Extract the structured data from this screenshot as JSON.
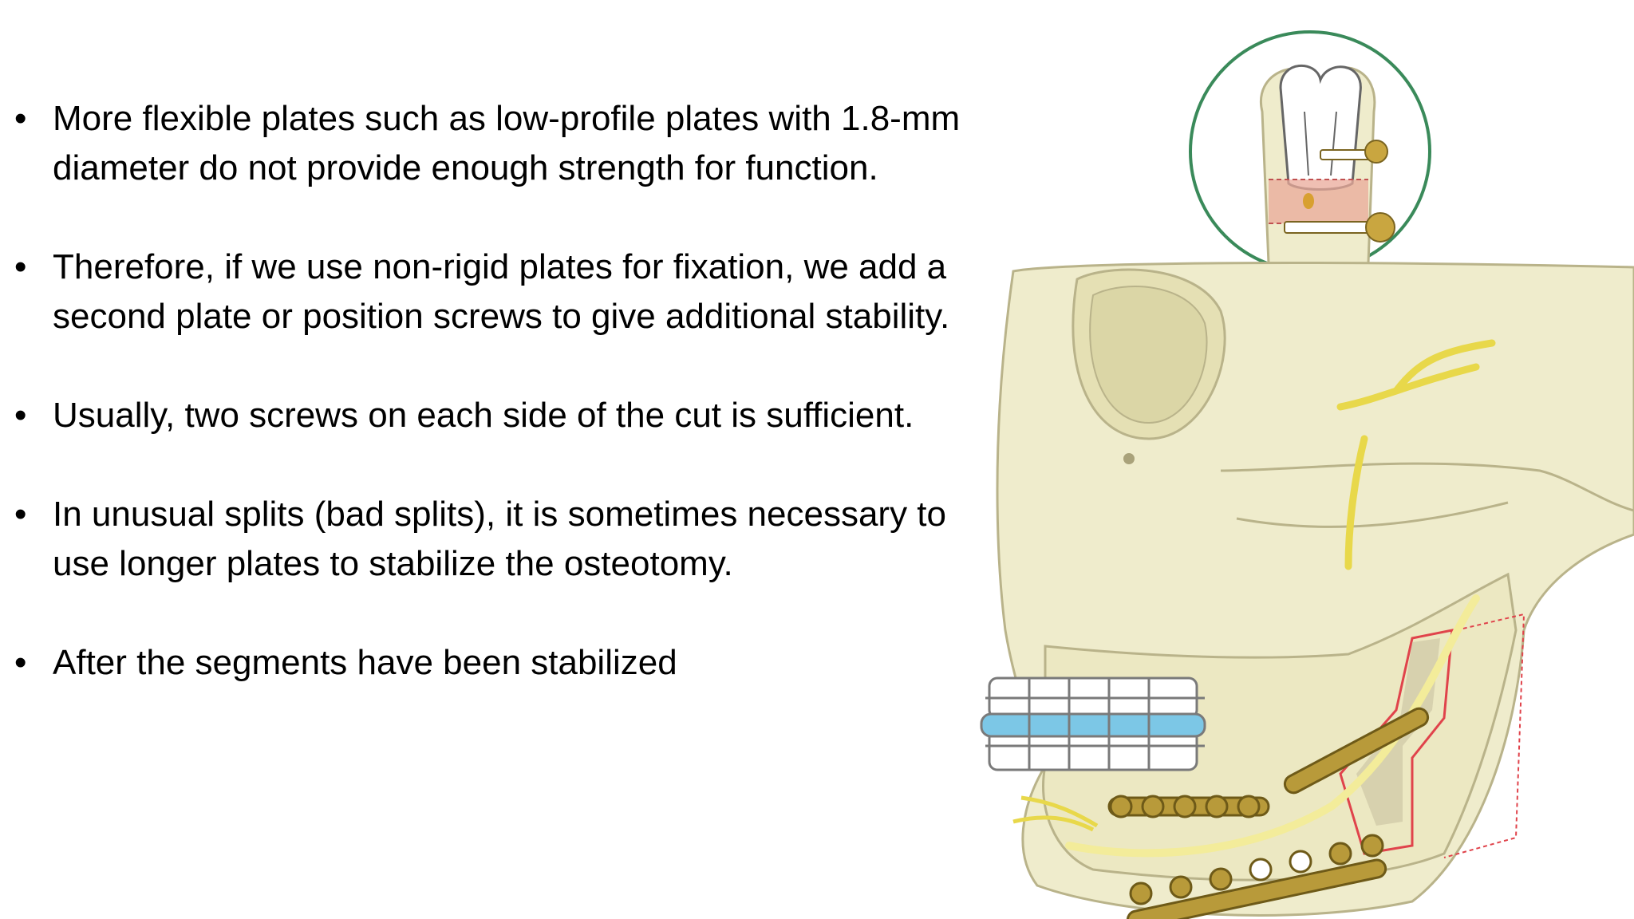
{
  "slide": {
    "bullets": [
      {
        "text": "More flexible plates such as low-profile plates with 1.8-mm diameter do not provide enough strength for function."
      },
      {
        "text": "Therefore, if we use non-rigid plates for fixation, we add a second plate or position screws to give additional stability."
      },
      {
        "text": "Usually, two screws on each side of the cut is sufficient."
      },
      {
        "text": "In unusual splits (bad splits), it is sometimes necessary to use longer plates to stabilize the osteotomy."
      },
      {
        "text": "After the segments have been stabilized"
      }
    ],
    "bullet_symbol": "•"
  },
  "figure": {
    "subject": "skull-mandible-osteotomy-illustration",
    "colors": {
      "bone": "#efeccc",
      "bone_line": "#b9b38a",
      "nerve": "#e8d84a",
      "splint": "#7cc7e6",
      "plate": "#b89a3a",
      "cut": "#e0434b",
      "inset_ring": "#3a8a5a"
    }
  }
}
